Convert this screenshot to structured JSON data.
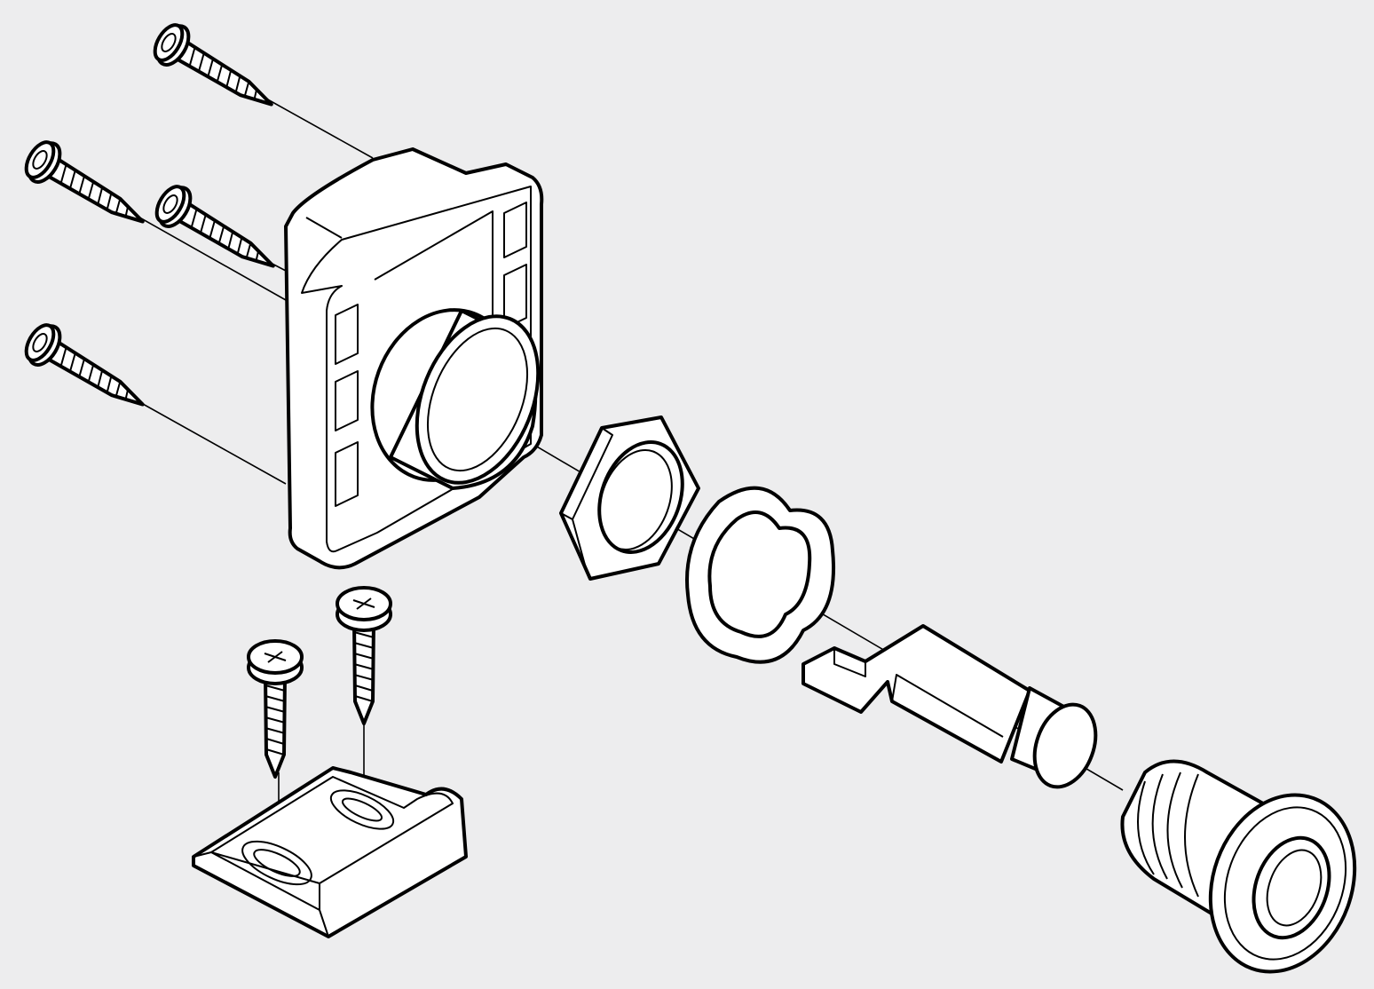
{
  "diagram": {
    "type": "exploded-assembly-drawing",
    "background": "#ededee",
    "line_color": "#000000",
    "fill_color": "#ffffff",
    "parts": [
      {
        "id": "wood-screw",
        "count": 4
      },
      {
        "id": "lock-housing",
        "count": 1
      },
      {
        "id": "hex-nut",
        "count": 1
      },
      {
        "id": "lobed-washer",
        "count": 1
      },
      {
        "id": "cam",
        "count": 1
      },
      {
        "id": "lock-cylinder",
        "count": 1
      },
      {
        "id": "strike-plate",
        "count": 1
      },
      {
        "id": "pan-head-screw",
        "count": 2
      }
    ]
  }
}
